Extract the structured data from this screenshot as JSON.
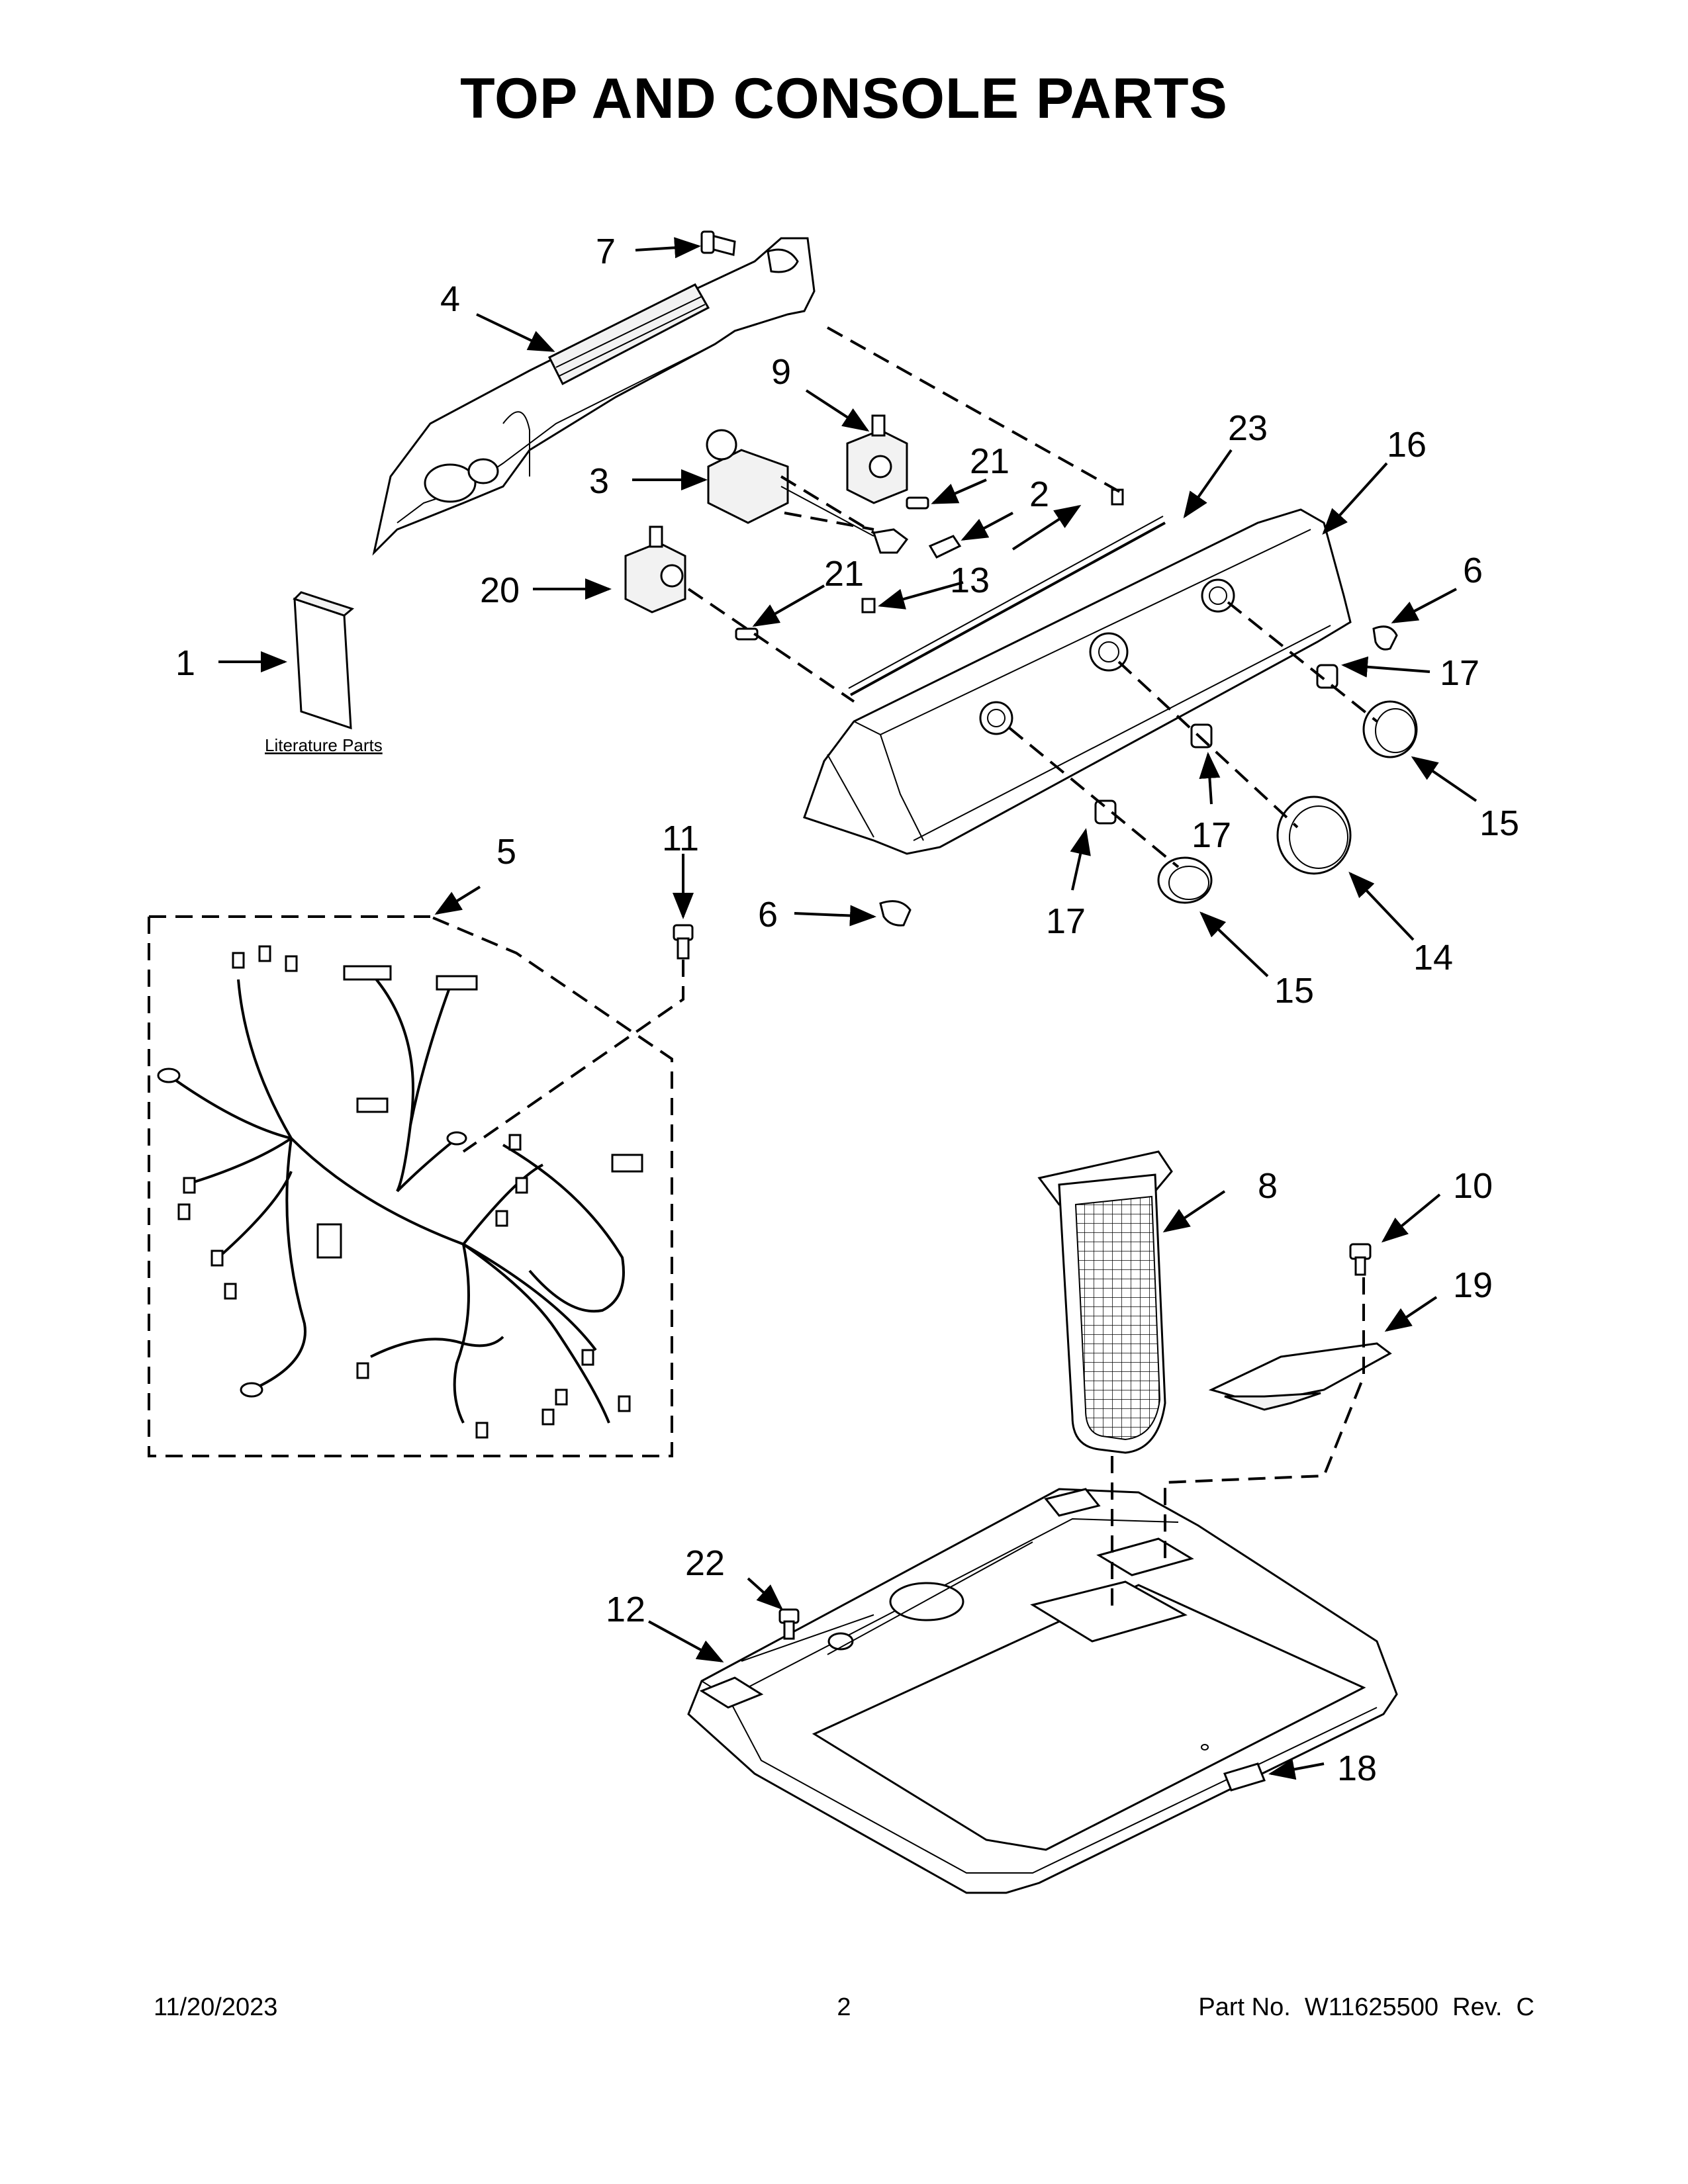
{
  "page": {
    "title": "TOP AND CONSOLE PARTS"
  },
  "callouts": {
    "c1": "1",
    "c2": "2",
    "c3": "3",
    "c4": "4",
    "c5": "5",
    "c6a": "6",
    "c6b": "6",
    "c7": "7",
    "c8": "8",
    "c9": "9",
    "c10": "10",
    "c11": "11",
    "c12": "12",
    "c13": "13",
    "c14": "14",
    "c15a": "15",
    "c15b": "15",
    "c16": "16",
    "c17a": "17",
    "c17b": "17",
    "c17c": "17",
    "c18": "18",
    "c19": "19",
    "c20": "20",
    "c21a": "21",
    "c21b": "21",
    "c22": "22",
    "c23": "23"
  },
  "literature_label": "Literature Parts",
  "footer": {
    "date": "11/20/2023",
    "page_number": "2",
    "part_number": "Part No.  W11625500  Rev.  C"
  }
}
